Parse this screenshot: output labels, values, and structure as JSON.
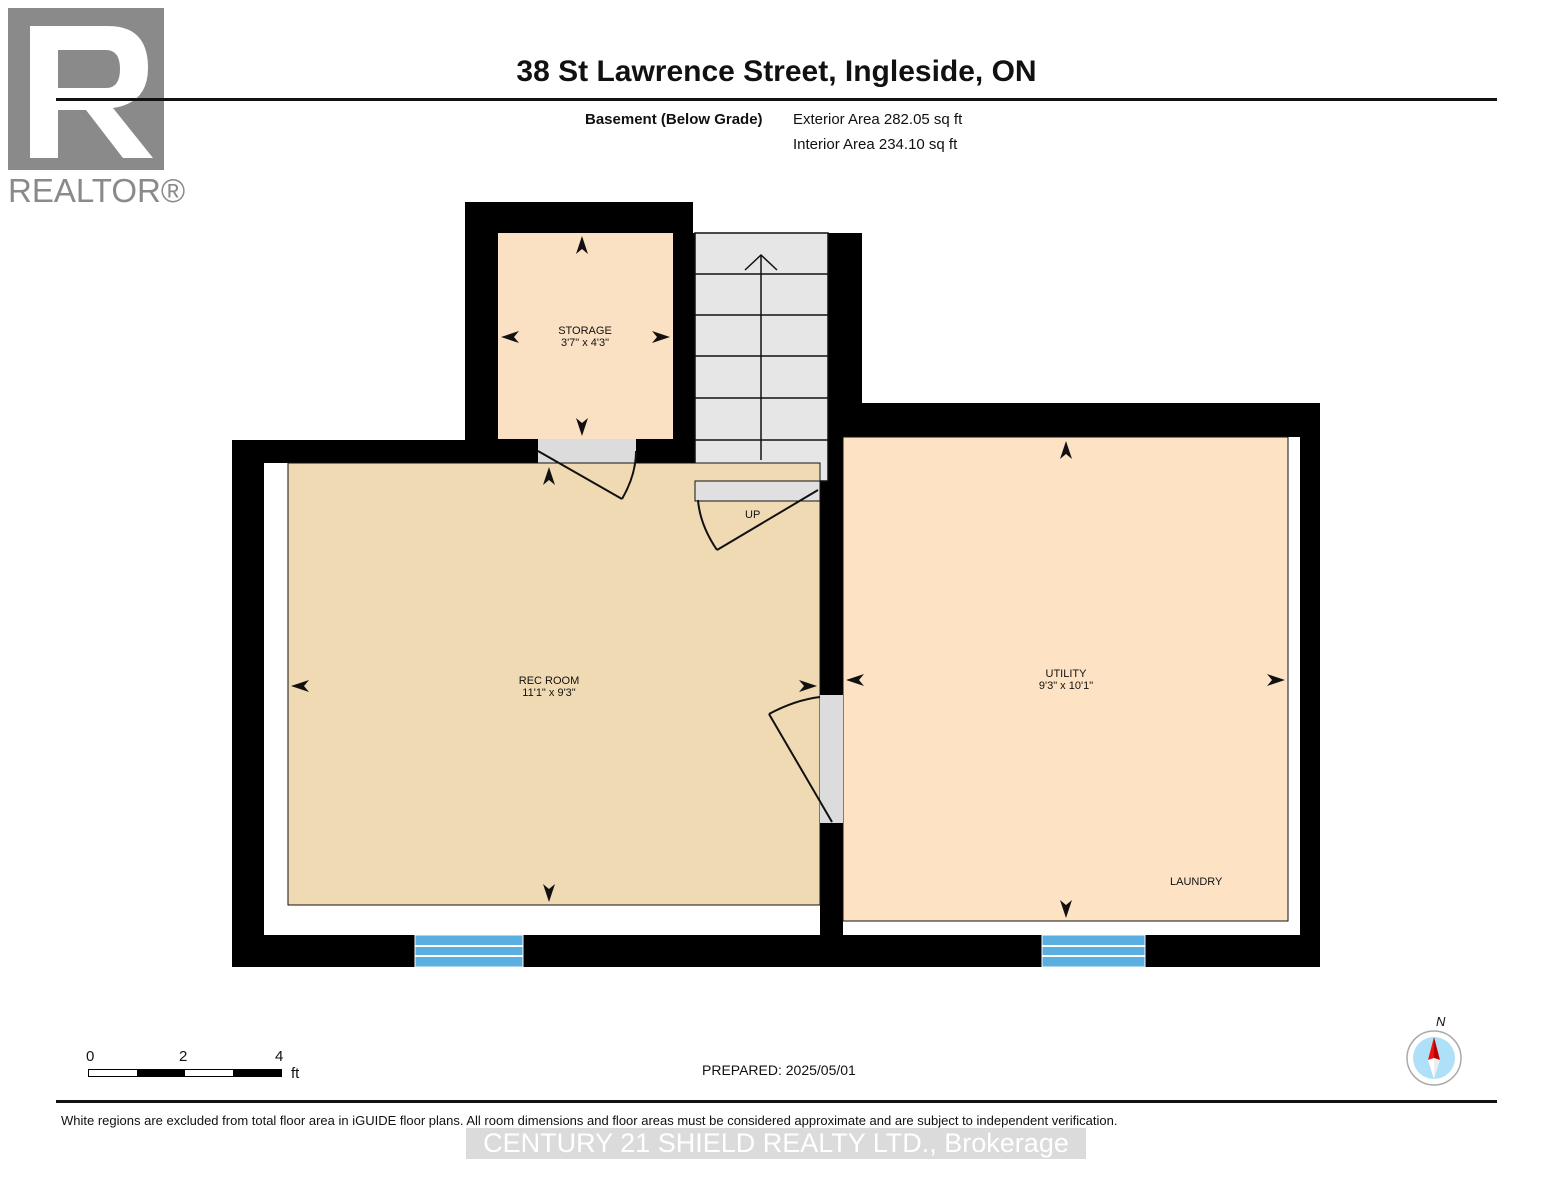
{
  "header": {
    "title": "38 St Lawrence Street, Ingleside, ON",
    "floor": "Basement (Below Grade)",
    "exterior_area": "Exterior Area 282.05 sq ft",
    "interior_area": "Interior Area 234.10 sq ft"
  },
  "logo": {
    "text": "REALTOR®",
    "letter": "R"
  },
  "rooms": [
    {
      "name": "STORAGE",
      "dims": "3'7\" x 4'3\""
    },
    {
      "name": "REC ROOM",
      "dims": "11'1\" x 9'3\""
    },
    {
      "name": "UTILITY",
      "dims": "9'3\" x 10'1\""
    }
  ],
  "labels": {
    "up": "UP",
    "laundry": "LAUNDRY"
  },
  "scale": {
    "ticks": [
      "0",
      "2",
      "4"
    ],
    "unit": "ft"
  },
  "compass": {
    "label": "N"
  },
  "footer": {
    "prepared": "PREPARED: 2025/05/01",
    "disclaimer": "White regions are excluded from total floor area in iGUIDE floor plans. All room dimensions and floor areas must be considered approximate and are subject to independent verification.",
    "brokerage": "CENTURY 21 SHIELD REALTY LTD., Brokerage"
  },
  "colors": {
    "wall": "#000000",
    "storage": "#fbe1c3",
    "rec": "#f0dab4",
    "utility": "#fde3c4",
    "window": "#5aaee0"
  }
}
